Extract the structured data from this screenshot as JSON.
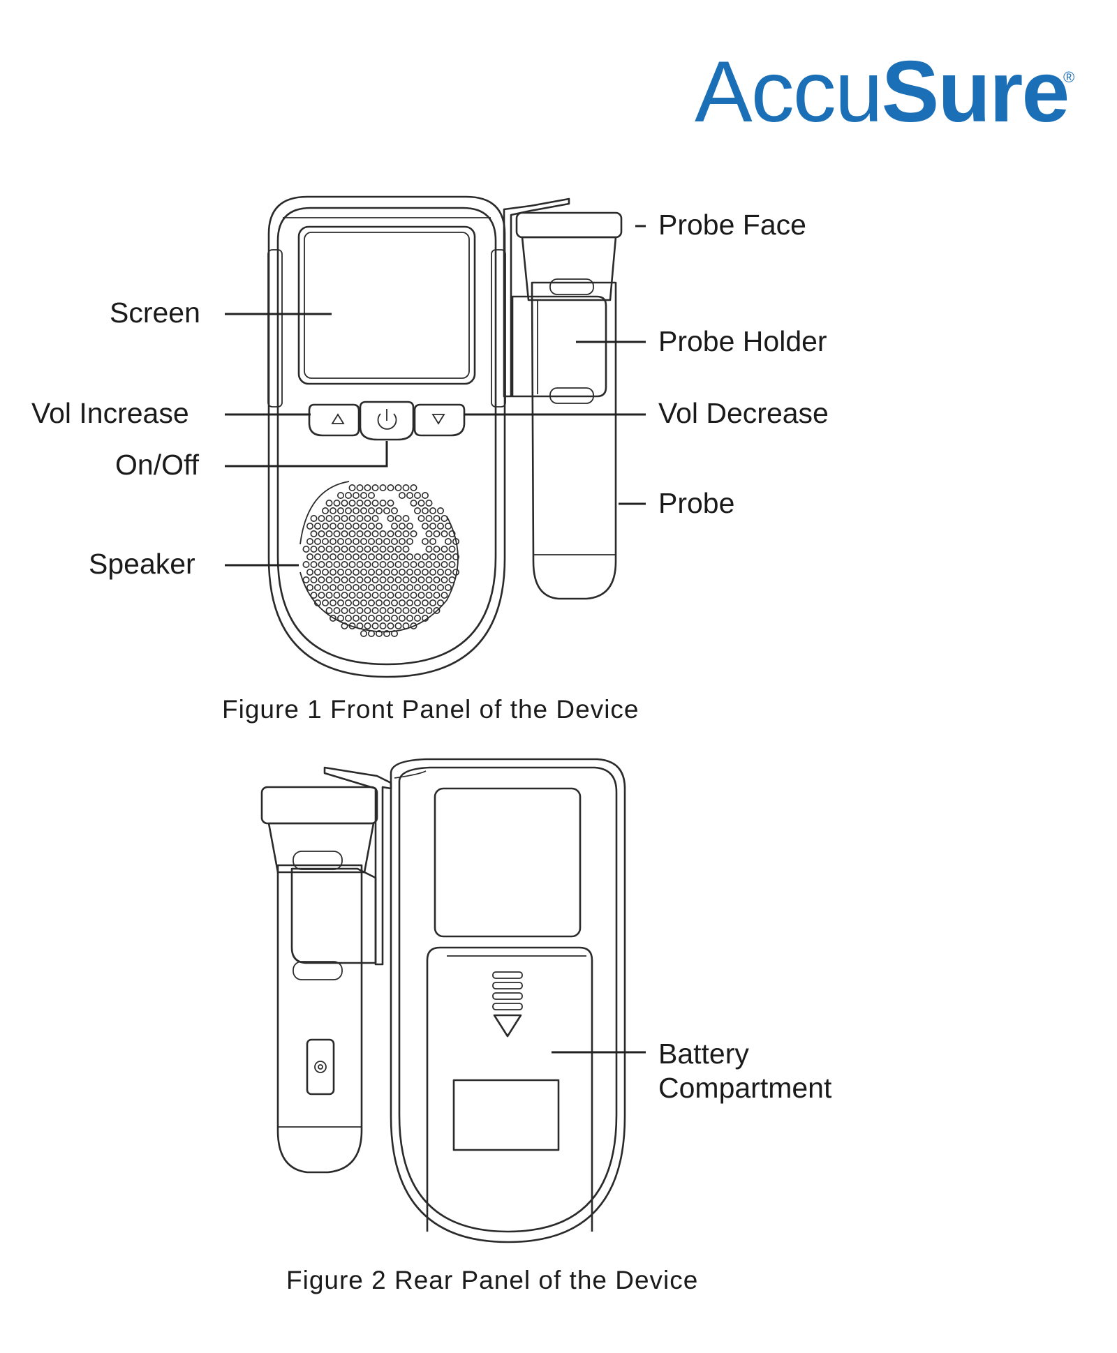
{
  "brand": {
    "logo_light": "Accu",
    "logo_bold": "Sure",
    "registered_mark": "®",
    "color": "#1a6fb6"
  },
  "figure1": {
    "caption": "Figure 1 Front Panel of the Device",
    "labels": {
      "screen": "Screen",
      "vol_increase": "Vol Increase",
      "on_off": "On/Off",
      "speaker": "Speaker",
      "probe_face": "Probe Face",
      "probe_holder": "Probe Holder",
      "vol_decrease": "Vol Decrease",
      "probe": "Probe"
    }
  },
  "figure2": {
    "caption": "Figure 2 Rear Panel of the Device",
    "labels": {
      "battery_line1": "Battery",
      "battery_line2": "Compartment"
    }
  }
}
